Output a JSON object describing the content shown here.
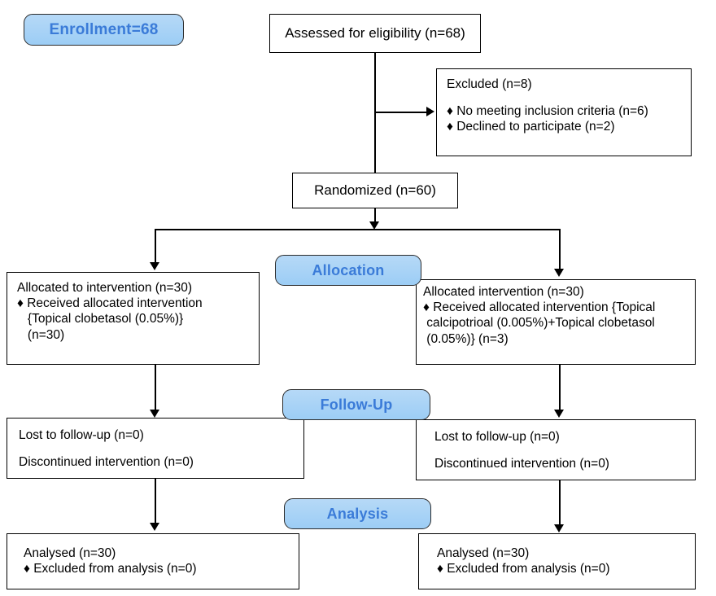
{
  "diagram": {
    "title": "CONSORT participant flow diagram",
    "colors": {
      "pill_fill": "#9ccdf5",
      "pill_text": "#3a7bd8",
      "line": "#000000",
      "box_border": "#000000",
      "background": "#ffffff"
    }
  },
  "stages": {
    "enrollment": "Enrollment=68",
    "allocation": "Allocation",
    "followup": "Follow-Up",
    "analysis": "Analysis"
  },
  "nodes": {
    "assessed": {
      "line1": "Assessed for eligibility (n=68)"
    },
    "excluded": {
      "line1": "Excluded (n=8)",
      "bullet1": "♦ No meeting inclusion criteria (n=6)",
      "bullet2": "♦ Declined to participate (n=2)"
    },
    "randomized": {
      "line1": "Randomized (n=60)"
    },
    "allocated_left": {
      "line1": "Allocated to intervention (n=30)",
      "bullet1": "♦ Received allocated intervention",
      "bullet1_cont1": "   {Topical clobetasol (0.05%)}",
      "bullet1_cont2": "   (n=30)"
    },
    "allocated_right": {
      "line1": "Allocated intervention (n=30)",
      "bullet1": "♦ Received allocated intervention {Topical",
      "bullet1_cont1": " calcipotrioal (0.005%)+Topical clobetasol",
      "bullet1_cont2": " (0.05%)} (n=3)"
    },
    "followup_left": {
      "line1": "Lost to follow-up (n=0)",
      "line2": "Discontinued intervention (n=0)"
    },
    "followup_right": {
      "line1": "Lost to follow-up (n=0)",
      "line2": "Discontinued intervention (n=0)"
    },
    "analysis_left": {
      "line1": "Analysed (n=30)",
      "bullet1": "♦ Excluded from analysis (n=0)"
    },
    "analysis_right": {
      "line1": "Analysed (n=30)",
      "bullet1": "♦ Excluded from analysis (n=0)"
    }
  }
}
